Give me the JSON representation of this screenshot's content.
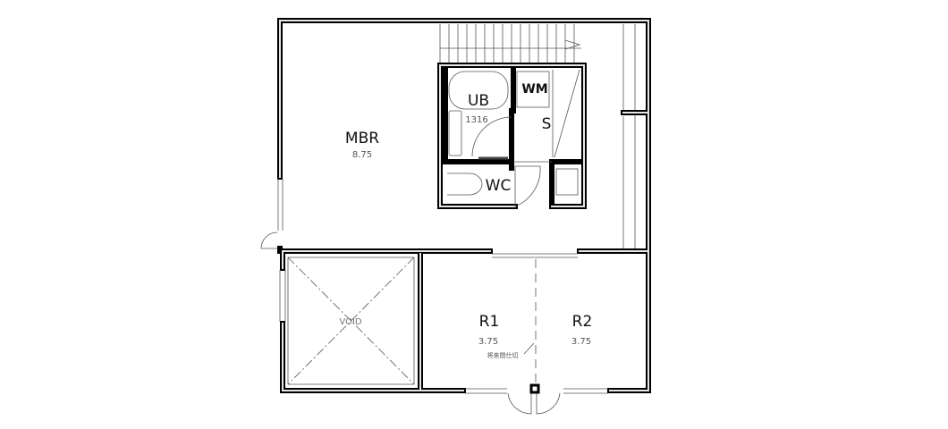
{
  "rooms": {
    "mbr": {
      "name": "MBR",
      "area": "8.75"
    },
    "ub": {
      "name": "UB",
      "code": "1316"
    },
    "wm": {
      "name": "WM"
    },
    "s": {
      "name": "S"
    },
    "wc": {
      "name": "WC"
    },
    "void": {
      "name": "VOID"
    },
    "r1": {
      "name": "R1",
      "area": "3.75"
    },
    "r2": {
      "name": "R2",
      "area": "3.75"
    }
  },
  "annotations": {
    "future_partition": "将来間仕切"
  }
}
